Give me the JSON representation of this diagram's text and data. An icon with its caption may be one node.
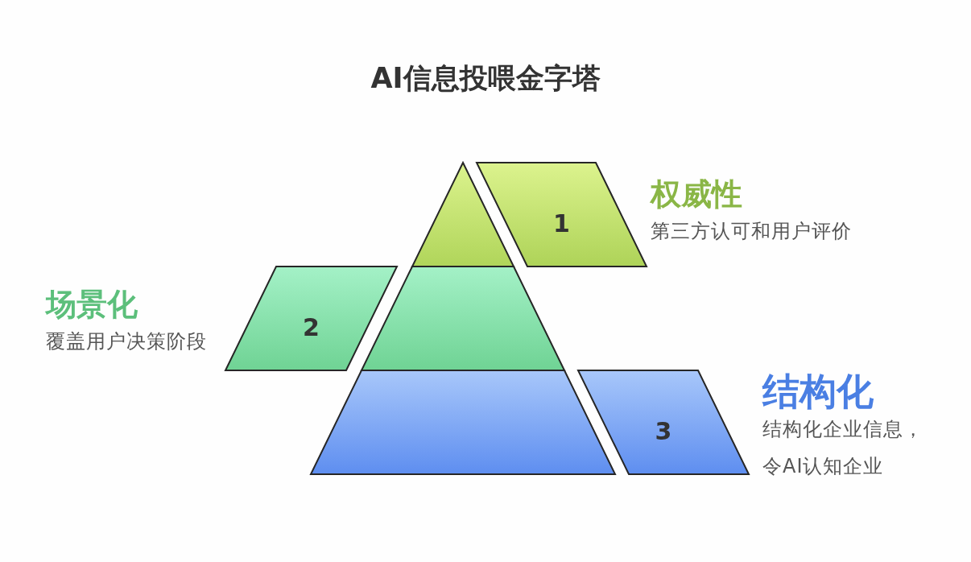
{
  "diagram": {
    "title": "AI信息投喂金字塔",
    "nodes": [
      {
        "text": [],
        "shape": "triangle"
      },
      {
        "text": [
          "1"
        ],
        "beside": [
          "权威性",
          "第三方认可和用户评价"
        ]
      },
      {
        "text": [
          "2"
        ],
        "beside": [
          "场景化",
          "覆盖用户决策阶段"
        ]
      },
      {
        "text": [],
        "shape": "trapezoid"
      },
      {
        "text": [],
        "shape": "trapezoid"
      },
      {
        "text": [
          "3"
        ],
        "beside": [
          "结构化",
          "结构化企业信息，令AI认知企业"
        ]
      }
    ]
  }
}
